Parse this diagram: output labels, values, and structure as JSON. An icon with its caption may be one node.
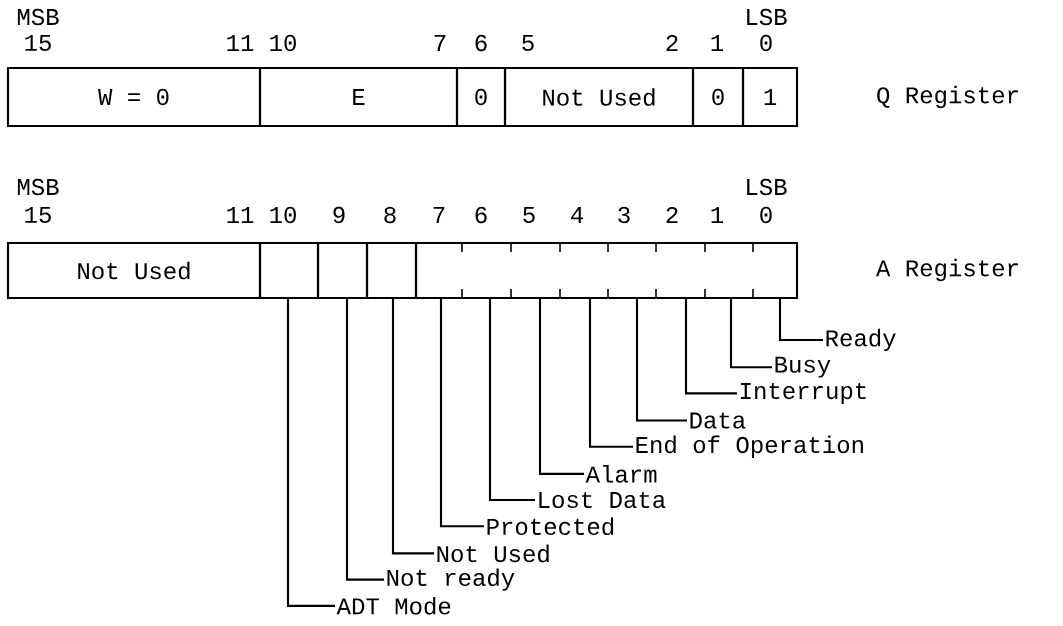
{
  "diagram": {
    "nodes": [
      {
        "text": [
          "W = 0"
        ]
      },
      {
        "text": [
          "E"
        ]
      },
      {
        "text": [
          "0"
        ]
      },
      {
        "text": [
          "Not Used"
        ]
      },
      {
        "text": [
          "0"
        ]
      },
      {
        "text": [
          "1"
        ]
      },
      {
        "text": [
          "Not Used"
        ]
      },
      {
        "text": [],
        "shape": "box"
      },
      {
        "text": [],
        "shape": "box"
      },
      {
        "text": [],
        "shape": "box"
      },
      {
        "text": [],
        "shape": "box"
      },
      {
        "text": [
          "Ready"
        ]
      },
      {
        "text": [
          "Busy"
        ]
      },
      {
        "text": [
          "Interrupt"
        ]
      },
      {
        "text": [
          "Data"
        ]
      },
      {
        "text": [
          "End of Operation"
        ]
      },
      {
        "text": [
          "Alarm"
        ]
      },
      {
        "text": [
          "Lost Data"
        ]
      },
      {
        "text": [
          "Protected"
        ]
      },
      {
        "text": [
          "Not Used"
        ]
      },
      {
        "text": [
          "Not ready"
        ]
      },
      {
        "text": [
          "ADT Mode"
        ]
      }
    ],
    "edges": [
      {
        "from": 11,
        "to": 10,
        "arrow": "none"
      },
      {
        "from": 12,
        "to": 10,
        "arrow": "none"
      },
      {
        "from": 13,
        "to": 10,
        "arrow": "none"
      },
      {
        "from": 14,
        "to": 10,
        "arrow": "none"
      },
      {
        "from": 15,
        "to": 10,
        "arrow": "none"
      },
      {
        "from": 16,
        "to": 10,
        "arrow": "none"
      },
      {
        "from": 17,
        "to": 10,
        "arrow": "none"
      },
      {
        "from": 18,
        "to": 10,
        "arrow": "none"
      },
      {
        "from": 19,
        "to": 9,
        "arrow": "none"
      },
      {
        "from": 20,
        "to": 8,
        "arrow": "none"
      },
      {
        "from": 21,
        "to": 7,
        "arrow": "none"
      }
    ],
    "labels": [
      "MSB",
      "LSB",
      "15",
      "11",
      "10",
      "7",
      "6",
      "5",
      "2",
      "1",
      "0",
      "Q Register",
      "MSB",
      "LSB",
      "15",
      "11",
      "10",
      "9",
      "8",
      "7",
      "6",
      "5",
      "4",
      "3",
      "2",
      "1",
      "0",
      "A Register"
    ]
  }
}
